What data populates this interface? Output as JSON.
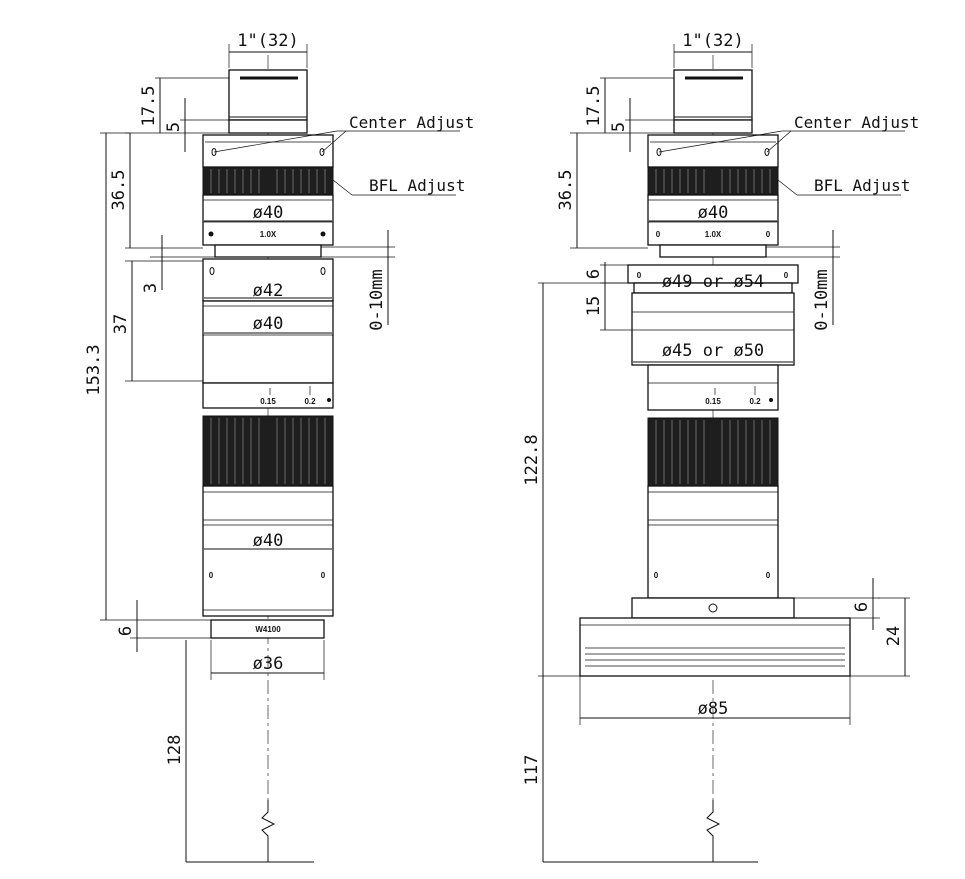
{
  "left_view": {
    "mount": "1\"(32)",
    "dim_17_5": "17.5",
    "dim_5": "5",
    "dim_36_5": "36.5",
    "dim_3": "3",
    "dim_37": "37",
    "dim_153_3": "153.3",
    "dim_6": "6",
    "dim_128": "128",
    "dim_adjust": "0-10mm",
    "dia_40_top": "ø40",
    "dia_42": "ø42",
    "dia_40_mid": "ø40",
    "dia_40_low": "ø40",
    "dia_36": "ø36",
    "center_adjust": "Center Adjust",
    "bfl_adjust": "BFL Adjust",
    "mag_label": "1.0X",
    "scale_a": "0.15",
    "scale_b": "0.2",
    "model": "W4100",
    "screw_mark": "0"
  },
  "right_view": {
    "mount": "1\"(32)",
    "dim_17_5": "17.5",
    "dim_5": "5",
    "dim_36_5": "36.5",
    "dim_6_top": "6",
    "dim_15": "15",
    "dim_122_8": "122.8",
    "dim_6_bottom": "6",
    "dim_24": "24",
    "dim_117": "117",
    "dim_adjust": "0-10mm",
    "dia_40": "ø40",
    "dia_49_54": "ø49 or ø54",
    "dia_45_50": "ø45 or ø50",
    "dia_85": "ø85",
    "center_adjust": "Center Adjust",
    "bfl_adjust": "BFL Adjust",
    "mag_label": "1.0X",
    "scale_a": "0.15",
    "scale_b": "0.2",
    "screw_mark": "0"
  }
}
